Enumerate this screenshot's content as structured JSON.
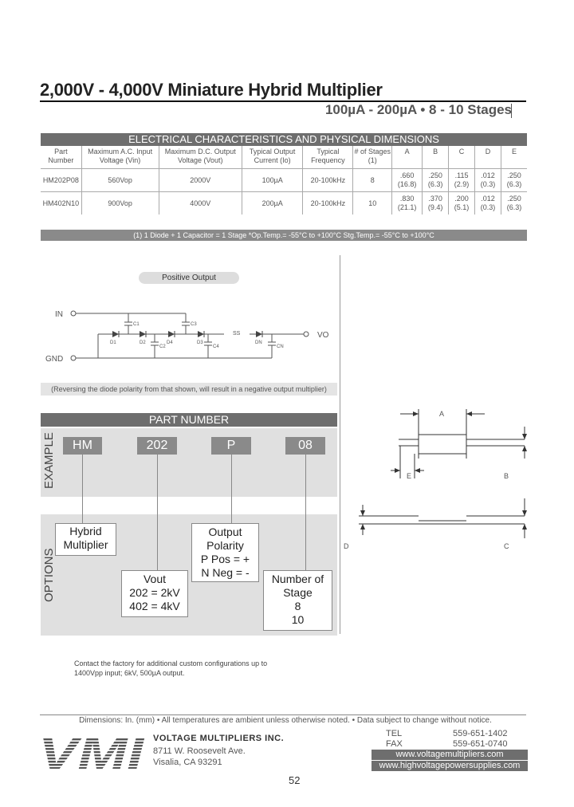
{
  "title": "2,000V - 4,000V Miniature Hybrid Multiplier",
  "subtitle": "100µA - 200µA • 8 - 10 Stages",
  "spec_table": {
    "heading": "ELECTRICAL CHARACTERISTICS AND PHYSICAL DIMENSIONS",
    "columns": [
      "Part Number",
      "Maximum A.C. Input Voltage (Vin)",
      "Maximum D.C. Output Voltage (Vout)",
      "Typical Output Current (Io)",
      "Typical Frequency",
      "# of Stages (1)",
      "A",
      "B",
      "C",
      "D",
      "E"
    ],
    "rows": [
      [
        "HM202P08",
        "560Vop",
        "2000V",
        "100µA",
        "20-100kHz",
        "8",
        ".660 (16.8)",
        ".250 (6.3)",
        ".115 (2.9)",
        ".012 (0.3)",
        ".250 (6.3)"
      ],
      [
        "HM402N10",
        "900Vop",
        "4000V",
        "200µA",
        "20-100kHz",
        "10",
        ".830 (21.1)",
        ".370 (9.4)",
        ".200 (5.1)",
        ".012 (0.3)",
        ".250 (6.3)"
      ]
    ],
    "footnote": "(1) 1 Diode + 1 Capacitor = 1 Stage   *Op.Temp.= -55°C to +100°C  Stg.Temp.= -55°C to +100°C"
  },
  "schematic": {
    "label": "Positive Output",
    "in_label": "IN",
    "gnd_label": "GND",
    "out_label": "VO",
    "components": [
      "C1",
      "C3",
      "D1",
      "D2",
      "C2",
      "D3",
      "D4",
      "C4",
      "DN",
      "CN"
    ],
    "ellipsis": "SS",
    "note": "(Reversing the diode polarity from that shown, will result in a negative output multiplier)"
  },
  "part_number": {
    "heading": "PART NUMBER",
    "example_label": "EXAMPLE",
    "options_label": "OPTIONS",
    "example": [
      "HM",
      "202",
      "P",
      "08"
    ],
    "options": {
      "series": "Hybrid\nMultiplier",
      "vout": "Vout\n202 = 2kV\n402 = 4kV",
      "polarity": "Output\nPolarity\nP Pos = +\nN Neg = -",
      "stages": "Number of\nStage\n8\n10"
    }
  },
  "dim_labels": {
    "a": "A",
    "b": "B",
    "c": "C",
    "d": "D",
    "e": "E"
  },
  "contact_note": "Contact the factory for additional custom configurations up to 1400Vpp input; 6kV, 500µA output.",
  "dimensions_note": "Dimensions: In. (mm) • All temperatures are ambient unless otherwise noted. • Data subject to change without notice.",
  "footer": {
    "logo_text": "VMI",
    "company": "VOLTAGE MULTIPLIERS INC.",
    "address1": "8711 W. Roosevelt Ave.",
    "address2": "Visalia, CA 93291",
    "tel_label": "TEL",
    "tel": "559-651-1402",
    "fax_label": "FAX",
    "fax": "559-651-0740",
    "web1": "www.voltagemultipliers.com",
    "web2": "www.highvoltagepowersupplies.com"
  },
  "page_number": "52"
}
